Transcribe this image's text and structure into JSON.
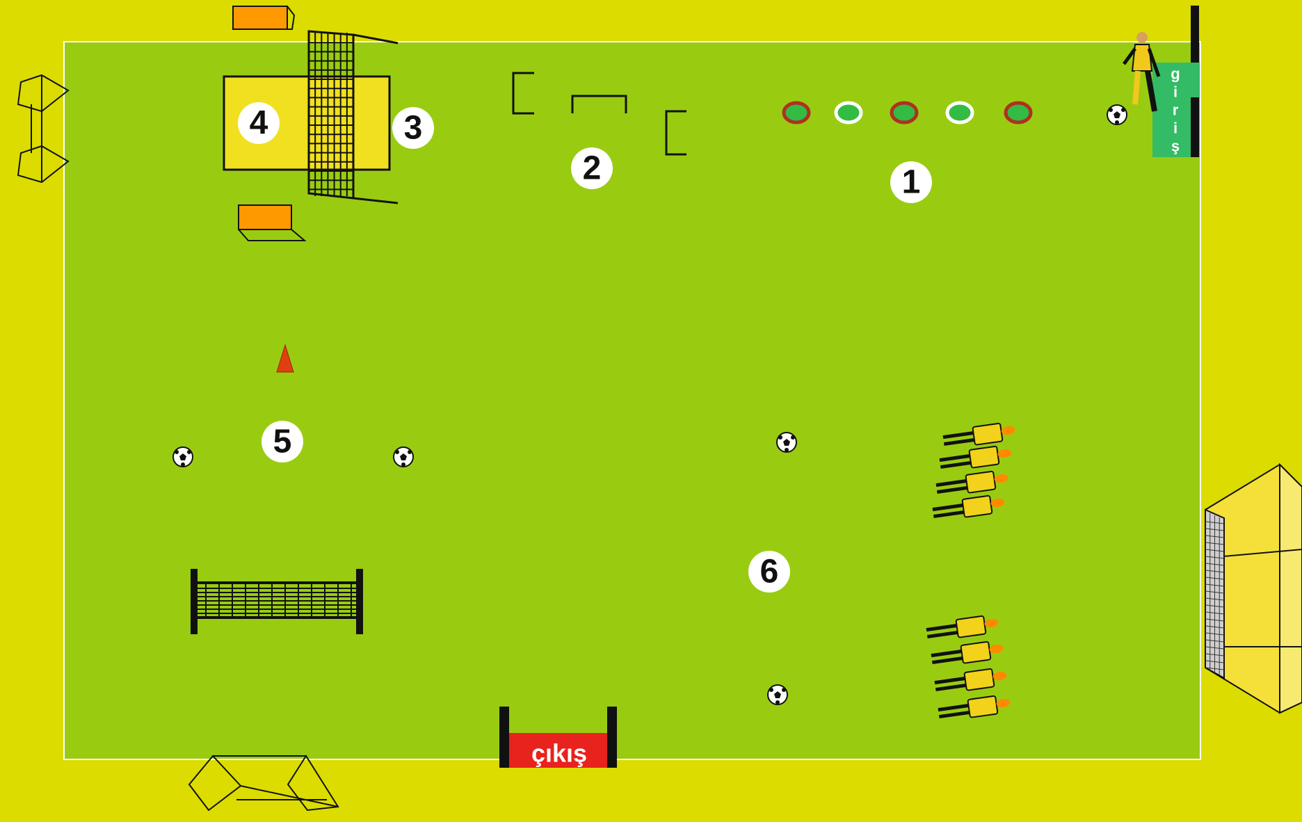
{
  "colors": {
    "outer_field": "#dcdc00",
    "pitch": "#99cc11",
    "entrance_sign": "#33bb66",
    "exit_sign": "#e8221c",
    "mat": "#f0e020",
    "small_goal": "#ff9900",
    "dummy": "#f2d21a",
    "ring_red": "#b03020",
    "ring_white": "#ffffff",
    "cone": "#e04010"
  },
  "stations": [
    {
      "id": "1",
      "label": "1"
    },
    {
      "id": "2",
      "label": "2"
    },
    {
      "id": "3",
      "label": "3"
    },
    {
      "id": "4",
      "label": "4"
    },
    {
      "id": "5",
      "label": "5"
    },
    {
      "id": "6",
      "label": "6"
    }
  ],
  "entrance": {
    "letters": [
      "g",
      "i",
      "r",
      "i",
      "ş"
    ]
  },
  "exit": {
    "label": "çıkış"
  },
  "station1": {
    "rings": [
      "red",
      "white",
      "red",
      "white",
      "red"
    ]
  }
}
